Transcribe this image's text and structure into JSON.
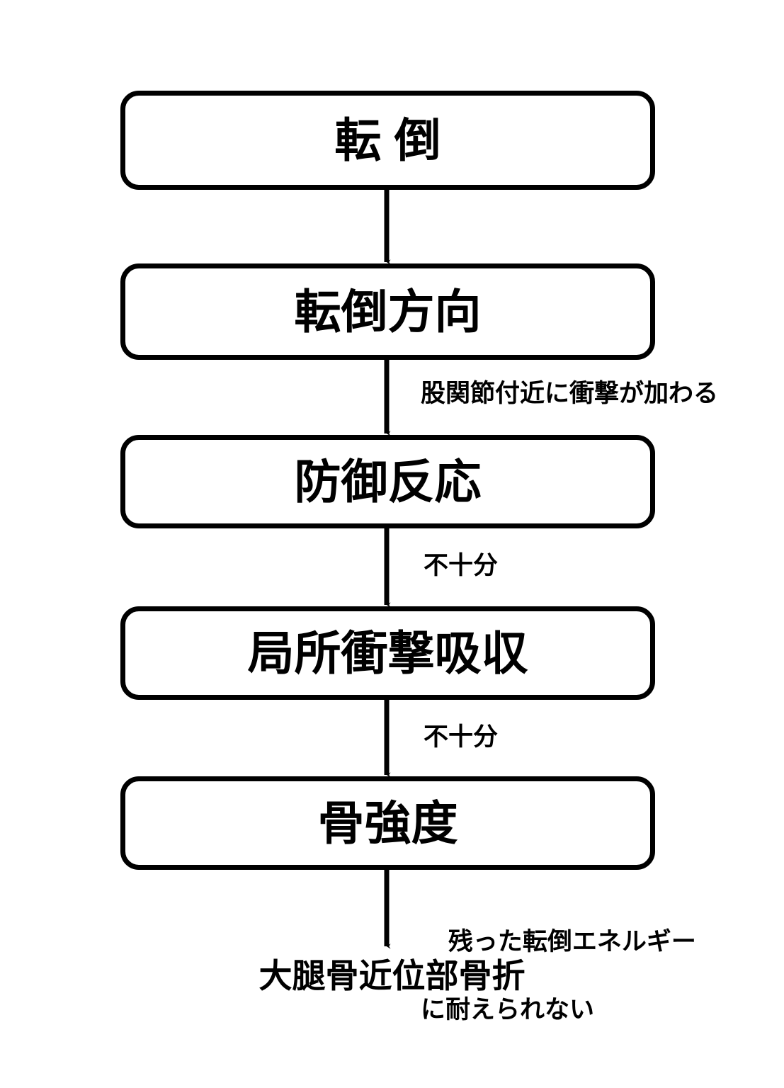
{
  "diagram": {
    "type": "flowchart",
    "orientation": "top-to-bottom",
    "language": "ja",
    "background_color": "#ffffff",
    "stroke_color": "#000000",
    "nodes": [
      {
        "id": "fall",
        "label": "転 倒",
        "shape": "rounded-rectangle"
      },
      {
        "id": "fall-direction",
        "label": "転倒方向",
        "shape": "rounded-rectangle"
      },
      {
        "id": "defensive-reaction",
        "label": "防御反応",
        "shape": "rounded-rectangle"
      },
      {
        "id": "local-shock-absorption",
        "label": "局所衝撃吸収",
        "shape": "rounded-rectangle"
      },
      {
        "id": "bone-strength",
        "label": "骨強度",
        "shape": "rounded-rectangle"
      }
    ],
    "edges": [
      {
        "from": "fall",
        "to": "fall-direction",
        "label": ""
      },
      {
        "from": "fall-direction",
        "to": "defensive-reaction",
        "label": "股関節付近に衝撃が加わる"
      },
      {
        "from": "defensive-reaction",
        "to": "local-shock-absorption",
        "label": "不十分"
      },
      {
        "from": "local-shock-absorption",
        "to": "bone-strength",
        "label": "不十分"
      },
      {
        "from": "bone-strength",
        "to": "outcome",
        "label_line1": "残った転倒エネルギー",
        "label_line2": "に耐えられない"
      }
    ],
    "outcome": {
      "id": "outcome",
      "label": "大腿骨近位部骨折",
      "shape": "plain-text"
    }
  }
}
